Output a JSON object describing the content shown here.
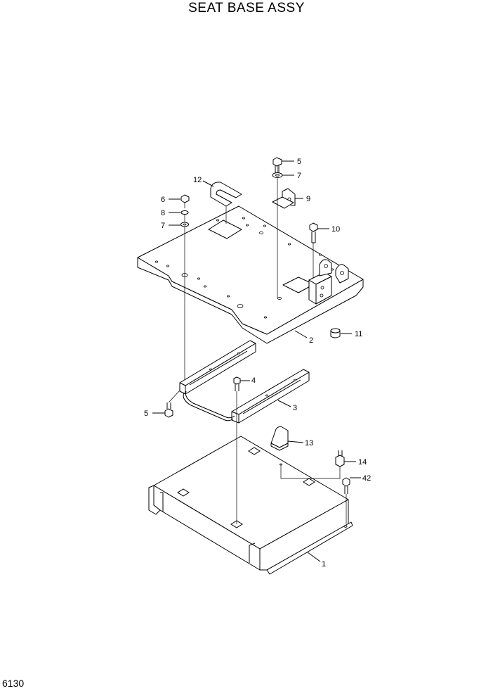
{
  "title": "SEAT BASE ASSY",
  "page_number": "6130",
  "callouts": [
    {
      "id": "c5a",
      "label": "5"
    },
    {
      "id": "c7a",
      "label": "7"
    },
    {
      "id": "c9",
      "label": "9"
    },
    {
      "id": "c12",
      "label": "12"
    },
    {
      "id": "c6",
      "label": "6"
    },
    {
      "id": "c8",
      "label": "8"
    },
    {
      "id": "c7b",
      "label": "7"
    },
    {
      "id": "c10",
      "label": "10"
    },
    {
      "id": "c2",
      "label": "2"
    },
    {
      "id": "c11",
      "label": "11"
    },
    {
      "id": "c4",
      "label": "4"
    },
    {
      "id": "c3",
      "label": "3"
    },
    {
      "id": "c5b",
      "label": "5"
    },
    {
      "id": "c13",
      "label": "13"
    },
    {
      "id": "c14",
      "label": "14"
    },
    {
      "id": "c42",
      "label": "42"
    },
    {
      "id": "c1",
      "label": "1"
    }
  ]
}
